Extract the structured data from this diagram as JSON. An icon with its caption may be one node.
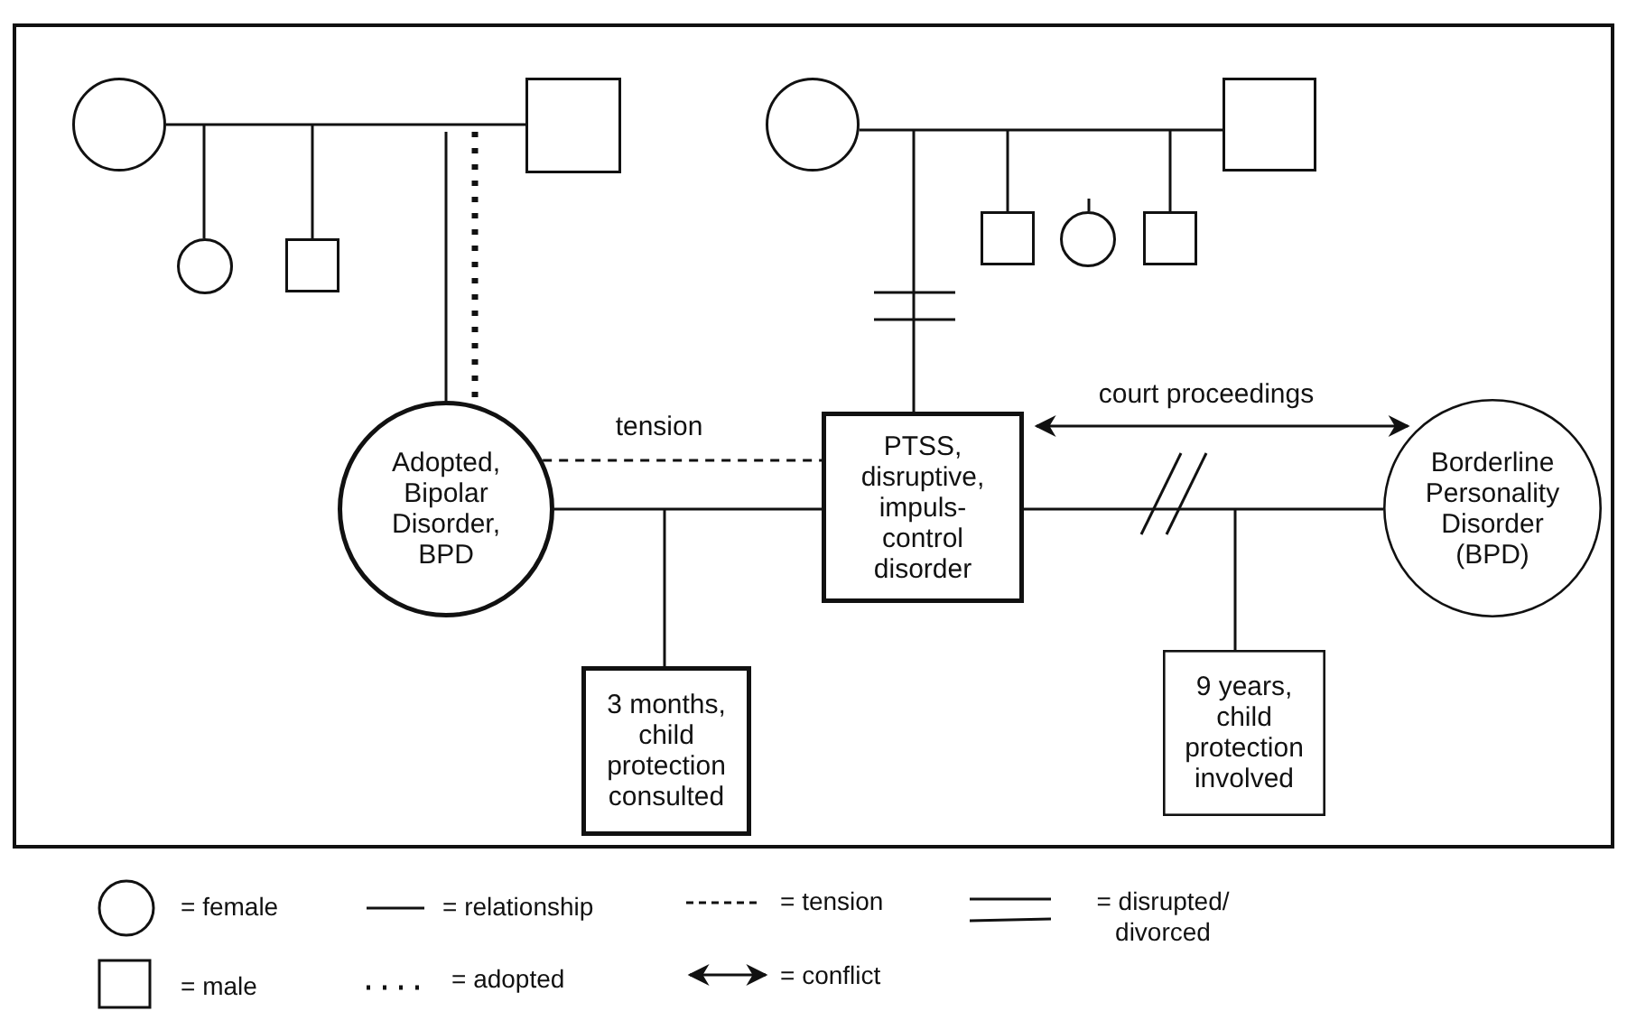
{
  "diagram": {
    "nodes": [
      {
        "text": [],
        "shape": "circle"
      },
      {
        "text": [],
        "shape": "box"
      },
      {
        "text": [],
        "shape": "circle"
      },
      {
        "text": [],
        "shape": "box"
      },
      {
        "text": [
          "Adopted, Bipolar Disorder, BPD"
        ]
      },
      {
        "text": [],
        "shape": "circle"
      },
      {
        "text": [],
        "shape": "box"
      },
      {
        "text": [],
        "shape": "box"
      },
      {
        "text": [],
        "shape": "circle"
      },
      {
        "text": [],
        "shape": "box"
      },
      {
        "text": [
          "PTSS, disruptive, impuls-control disorder"
        ]
      },
      {
        "text": [
          "Borderline Personality Disorder (BPD)"
        ]
      },
      {
        "text": [
          "3 months, child protection consulted"
        ]
      },
      {
        "text": [
          "9 years, child protection involved"
        ]
      }
    ],
    "edges": [
      {
        "from": 0,
        "to": 1,
        "arrow": "none"
      },
      {
        "from": null,
        "to": 2,
        "arrow": "none"
      },
      {
        "from": null,
        "to": 3,
        "arrow": "none"
      },
      {
        "from": null,
        "to": 4,
        "arrow": "none"
      },
      {
        "from": null,
        "to": 4,
        "arrow": "none",
        "style": "dashed"
      },
      {
        "from": 5,
        "to": 6,
        "arrow": "none"
      },
      {
        "from": null,
        "to": 10,
        "arrow": "none"
      },
      {
        "from": null,
        "to": 7,
        "arrow": "none"
      },
      {
        "from": null,
        "to": 8,
        "arrow": "none"
      },
      {
        "from": null,
        "to": 9,
        "arrow": "none"
      },
      {
        "from": 4,
        "to": 10,
        "label": "tension",
        "arrow": "none",
        "style": "dashed"
      },
      {
        "from": 4,
        "to": 10,
        "arrow": "none"
      },
      {
        "from": null,
        "to": 12,
        "arrow": "none"
      },
      {
        "from": 10,
        "to": 11,
        "arrow": "none"
      },
      {
        "from": null,
        "to": 13,
        "arrow": "none"
      },
      {
        "from": 10,
        "to": 11,
        "label": "court proceedings",
        "arrow": "both"
      }
    ],
    "legend": [
      {
        "text": "= female"
      },
      {
        "text": "= relationship"
      },
      {
        "text": "= tension"
      },
      {
        "text": "= disrupted/ divorced"
      },
      {
        "text": "= male"
      },
      {
        "text": "= adopted"
      },
      {
        "text": "= conflict"
      }
    ]
  }
}
